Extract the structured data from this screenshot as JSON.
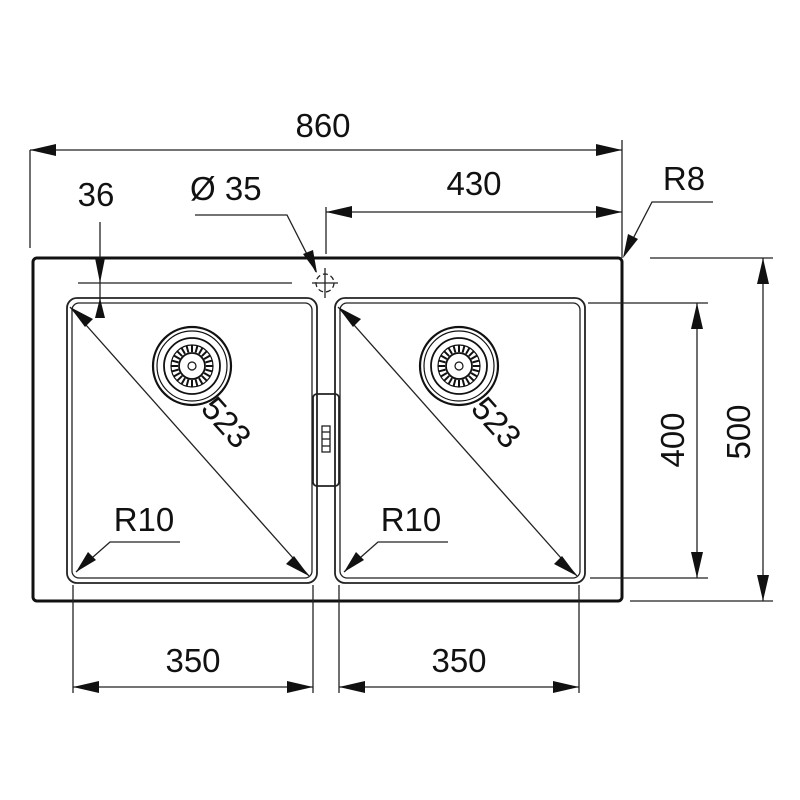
{
  "drawing": {
    "title": "Double bowl sink dimensions",
    "colors": {
      "line": "#111111",
      "background": "#ffffff"
    },
    "dimensions": {
      "overall_width": "860",
      "faucet_hole_diameter": "Ø 35",
      "rim_to_bowl": "36",
      "right_bowl_offset": "430",
      "outer_corner_radius": "R8",
      "bowl_diagonal_left": "523",
      "bowl_diagonal_right": "523",
      "bowl_radius_left": "R10",
      "bowl_radius_right": "R10",
      "bowl_width_left": "350",
      "bowl_width_right": "350",
      "bowl_depth": "400",
      "overall_depth": "500"
    },
    "components": {
      "drain_left": "strainer-drain",
      "drain_right": "strainer-drain",
      "overflow": "overflow-slot",
      "faucet_hole": "faucet-hole-marker"
    }
  }
}
